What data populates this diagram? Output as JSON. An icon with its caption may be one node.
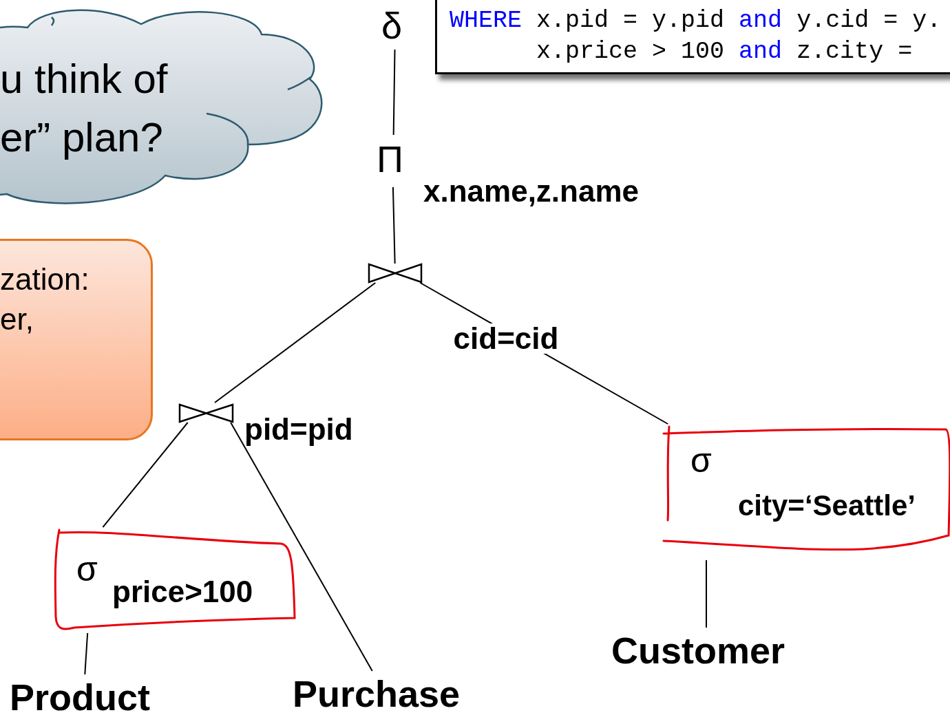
{
  "diagram": {
    "nodes": [
      {
        "text": [
          "u think of er” plan?"
        ]
      },
      {
        "text": [
          "WHERE",
          "x.pid = y.pid",
          "and",
          "y.cid = y.",
          "x.price > 100",
          "and",
          "z.city ="
        ]
      },
      {
        "text": [
          "δ"
        ]
      },
      {
        "text": [
          "Π"
        ],
        "beside": [
          "x.name,z.name"
        ]
      },
      {
        "text": [
          "zation: er,"
        ]
      },
      {
        "text": [],
        "shape": "bowtie"
      },
      {
        "text": [],
        "shape": "bowtie",
        "beside": [
          "pid=pid"
        ]
      },
      {
        "text": [
          "σ",
          "price>100"
        ]
      },
      {
        "text": [
          "σ",
          "city=‘Seattle’"
        ]
      },
      {
        "text": [
          "Product"
        ]
      },
      {
        "text": [
          "Purchase"
        ]
      },
      {
        "text": [
          "Customer"
        ]
      }
    ],
    "edges": [
      {
        "from": 3,
        "to": 2,
        "arrow": "none"
      },
      {
        "from": 5,
        "to": 3,
        "arrow": "none"
      },
      {
        "from": 5,
        "to": 6,
        "arrow": "none"
      },
      {
        "from": 5,
        "to": 8,
        "arrow": "none",
        "label": "cid=cid"
      },
      {
        "from": 6,
        "to": 7,
        "arrow": "none"
      },
      {
        "from": 6,
        "to": 10,
        "arrow": "none"
      },
      {
        "from": 7,
        "to": 9,
        "arrow": "none"
      },
      {
        "from": 8,
        "to": 11,
        "arrow": "none"
      }
    ]
  }
}
